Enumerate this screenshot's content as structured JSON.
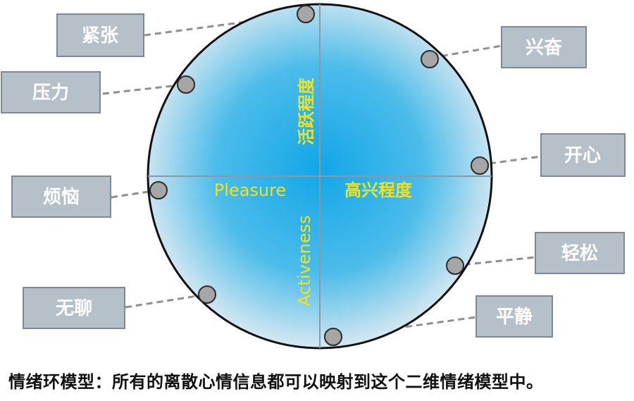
{
  "axes": {
    "vertical_cn": "活跃程度",
    "vertical_en": "Activeness",
    "horizontal_cn": "高兴程度",
    "horizontal_en": "Pleasure"
  },
  "emotions": [
    {
      "id": "tense",
      "label": "紧张"
    },
    {
      "id": "stress",
      "label": "压力"
    },
    {
      "id": "upset",
      "label": "烦恼"
    },
    {
      "id": "bored",
      "label": "无聊"
    },
    {
      "id": "excited",
      "label": "兴奋"
    },
    {
      "id": "happy",
      "label": "开心"
    },
    {
      "id": "relaxed",
      "label": "轻松"
    },
    {
      "id": "calm",
      "label": "平静"
    }
  ],
  "caption": "情绪环模型：所有的离散心情信息都可以映射到这个二维情绪模型中。",
  "colors": {
    "circle_center": "#12a6e8",
    "circle_edge": "#e9eef2",
    "axis_text": "#f2e21b",
    "box_fill": "#b6c0c8",
    "box_stroke": "#7d8a95",
    "box_text": "#ffffff",
    "marker_fill": "#a6a6a6",
    "leader": "#8f8f8f"
  }
}
